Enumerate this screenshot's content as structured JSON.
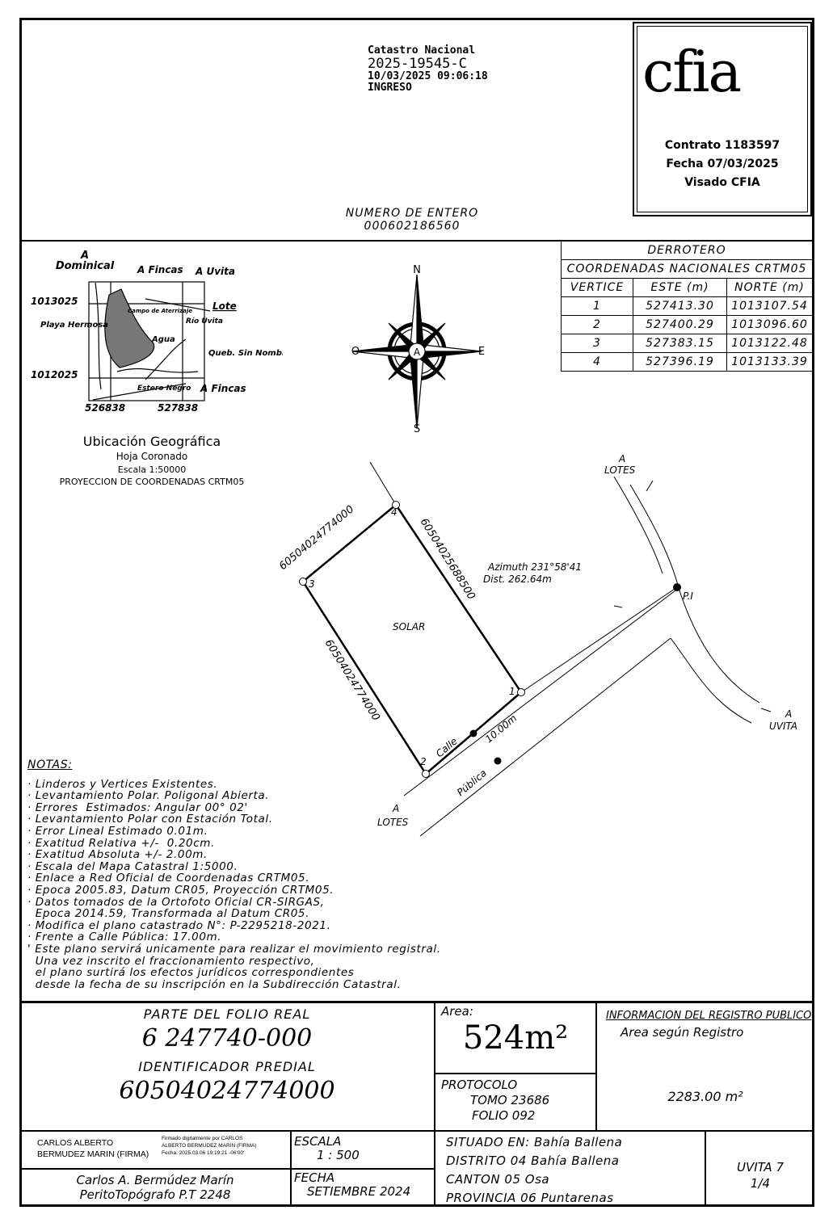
{
  "header": {
    "catastro": "Catastro Nacional",
    "number": "2025-19545-C",
    "datetime": "10/03/2025 09:06:18",
    "status": "INGRESO",
    "entero_label": "NUMERO DE ENTERO",
    "entero_value": "000602186560"
  },
  "cfia": {
    "logo": "cfia",
    "contrato": "Contrato 1183597",
    "fecha": "Fecha 07/03/2025",
    "visado": "Visado CFIA"
  },
  "location_map": {
    "labels": {
      "dominical": "A\nDominical",
      "fincas_top": "A Fincas",
      "uvita": "A Uvita",
      "lote": "Lote",
      "playa": "Playa Hermosa",
      "campo": "Campo de Aterrizaje",
      "agua": "Agua",
      "rio": "Río Uvita",
      "queb": "Queb. Sin Nombre",
      "fincas_bottom": "A Fincas",
      "estero": "Estero Negro"
    },
    "y_ticks": [
      "1013025",
      "1012025"
    ],
    "x_ticks": [
      "526838",
      "527838"
    ],
    "title": "Ubicación Geográfica",
    "sheet": "Hoja Coronado",
    "scale": "Escala 1:50000",
    "projection": "PROYECCION DE COORDENADAS CRTM05"
  },
  "compass": {
    "n": "N",
    "s": "S",
    "e": "E",
    "o": "O",
    "center": "A"
  },
  "derrotero": {
    "title": "DERROTERO",
    "subtitle": "COORDENADAS NACIONALES CRTM05",
    "headers": [
      "VERTICE",
      "ESTE (m)",
      "NORTE (m)"
    ],
    "rows": [
      [
        "1",
        "527413.30",
        "1013107.54"
      ],
      [
        "2",
        "527400.29",
        "1013096.60"
      ],
      [
        "3",
        "527383.15",
        "1013122.48"
      ],
      [
        "4",
        "527396.19",
        "1013133.39"
      ]
    ]
  },
  "plan": {
    "v1": "1",
    "v2": "2",
    "v3": "3",
    "v4": "4",
    "solar": "SOLAR",
    "side_43": "60504024774000",
    "side_41": "60504025688500",
    "side_32": "60504024774000",
    "azimuth": "Azimuth 231°58'41",
    "dist": "Dist. 262.64m",
    "pi": "P.I",
    "lotes_top_a": "A",
    "lotes_top": "LOTES",
    "uvita_a": "A",
    "uvita": "UVITA",
    "lotes_bottom_a": "A",
    "lotes_bottom": "LOTES",
    "calle": "Calle",
    "publica": "Pública",
    "width": "10.00m"
  },
  "notes": {
    "title": "NOTAS:",
    "items": [
      "· Linderos y Vertices Existentes.",
      "· Levantamiento Polar. Poligonal Abierta.",
      "· Errores  Estimados: Angular 00° 02'",
      "· Levantamiento Polar con Estación Total.",
      "· Error Lineal Estimado 0.01m.",
      "· Exatitud Relativa +/-  0.20cm.",
      "· Exatitud Absoluta +/- 2.00m.",
      "· Escala del Mapa Catastral 1:5000.",
      "· Enlace a Red Oficial de Coordenadas CRTM05.",
      "· Epoca 2005.83, Datum CR05, Proyección CRTM05.",
      "· Datos tomados de la Ortofoto Oficial CR-SIRGAS,",
      "  Epoca 2014.59, Transformada al Datum CR05.",
      "· Modifica el plano catastrado N°: P-2295218-2021.",
      "· Frente a Calle Pública: 17.00m.",
      "' Este plano servirá unicamente para realizar el movimiento registral.",
      "  Una vez inscrito el fraccionamiento respectivo,",
      "  el plano surtirá los efectos jurídicos correspondientes",
      "  desde la fecha de su inscripción en la Subdirección Catastral."
    ]
  },
  "footer": {
    "folio_label": "PARTE DEL FOLIO REAL",
    "folio_value": "6 247740-000",
    "ident_label": "IDENTIFICADOR PREDIAL",
    "ident_value": "60504024774000",
    "area_label": "Area:",
    "area_value": "524m²",
    "protocolo_label": "PROTOCOLO",
    "tomo": "TOMO 23686",
    "folio": "FOLIO 092",
    "registro_title": "INFORMACION DEL REGISTRO PUBLICO",
    "registro_sub": "Area según Registro",
    "registro_area": "2283.00 m²",
    "signer_name": "CARLOS ALBERTO\nBERMUDEZ MARIN (FIRMA)",
    "signature_note": "Firmado digitalmente por CARLOS\nALBERTO BERMUDEZ MARIN (FIRMA)\nFecha: 2025.03.06 19:19:21 -06'00'",
    "surveyor": "Carlos A. Bermúdez Marín",
    "surveyor_title": "PeritoTopógrafo P.T 2248",
    "escala_label": "ESCALA",
    "escala_value": "1 : 500",
    "fecha_label": "FECHA",
    "fecha_value": "SETIEMBRE 2024",
    "situado": "SITUADO EN: Bahía Ballena",
    "distrito": "DISTRITO 04 Bahía Ballena",
    "canton": "CANTON 05 Osa",
    "provincia": "PROVINCIA 06 Puntarenas",
    "sheet": "UVITA 7",
    "page": "1/4"
  }
}
